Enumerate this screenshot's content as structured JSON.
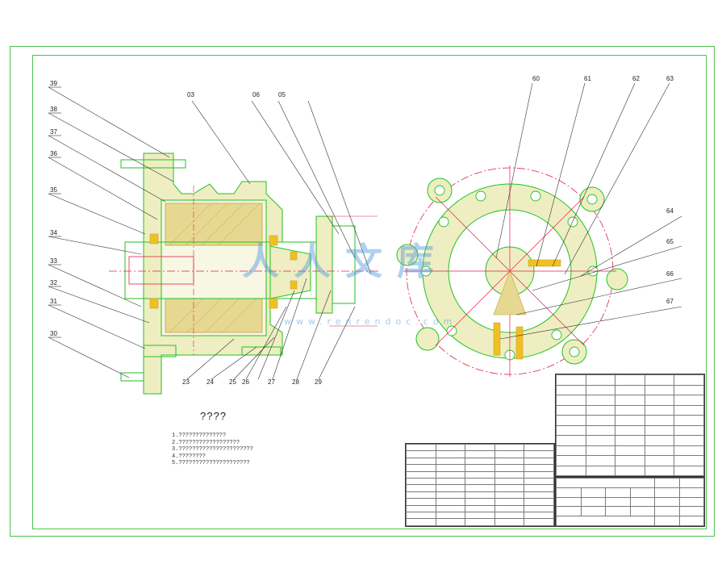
{
  "drawing": {
    "title_marks": "????",
    "notes": [
      "1.??????????????",
      "2.??????????????????",
      "3.??????????????????????",
      "4.????????",
      "5.?????????????????????"
    ],
    "watermark_text": "人人文库",
    "watermark_url": "www.renrendoc.com",
    "left_callouts": [
      "39",
      "38",
      "37",
      "36",
      "35",
      "34",
      "33",
      "32",
      "31",
      "30"
    ],
    "top_callouts_left": [
      "03",
      "06",
      "05"
    ],
    "bottom_callouts_left": [
      "23",
      "24",
      "25",
      "26",
      "27",
      "28",
      "29"
    ],
    "top_callouts_right": [
      "60",
      "61",
      "62",
      "63"
    ],
    "right_callouts": [
      "64",
      "65",
      "66",
      "67"
    ]
  },
  "colors": {
    "frame": "#4cc24c",
    "part_outline": "#22c222",
    "part_fill": "#e6e6a0",
    "hatch": "#c6a04a",
    "center_line": "#e0204a",
    "text": "#222222",
    "title_block_text": "#7a2a7a"
  }
}
